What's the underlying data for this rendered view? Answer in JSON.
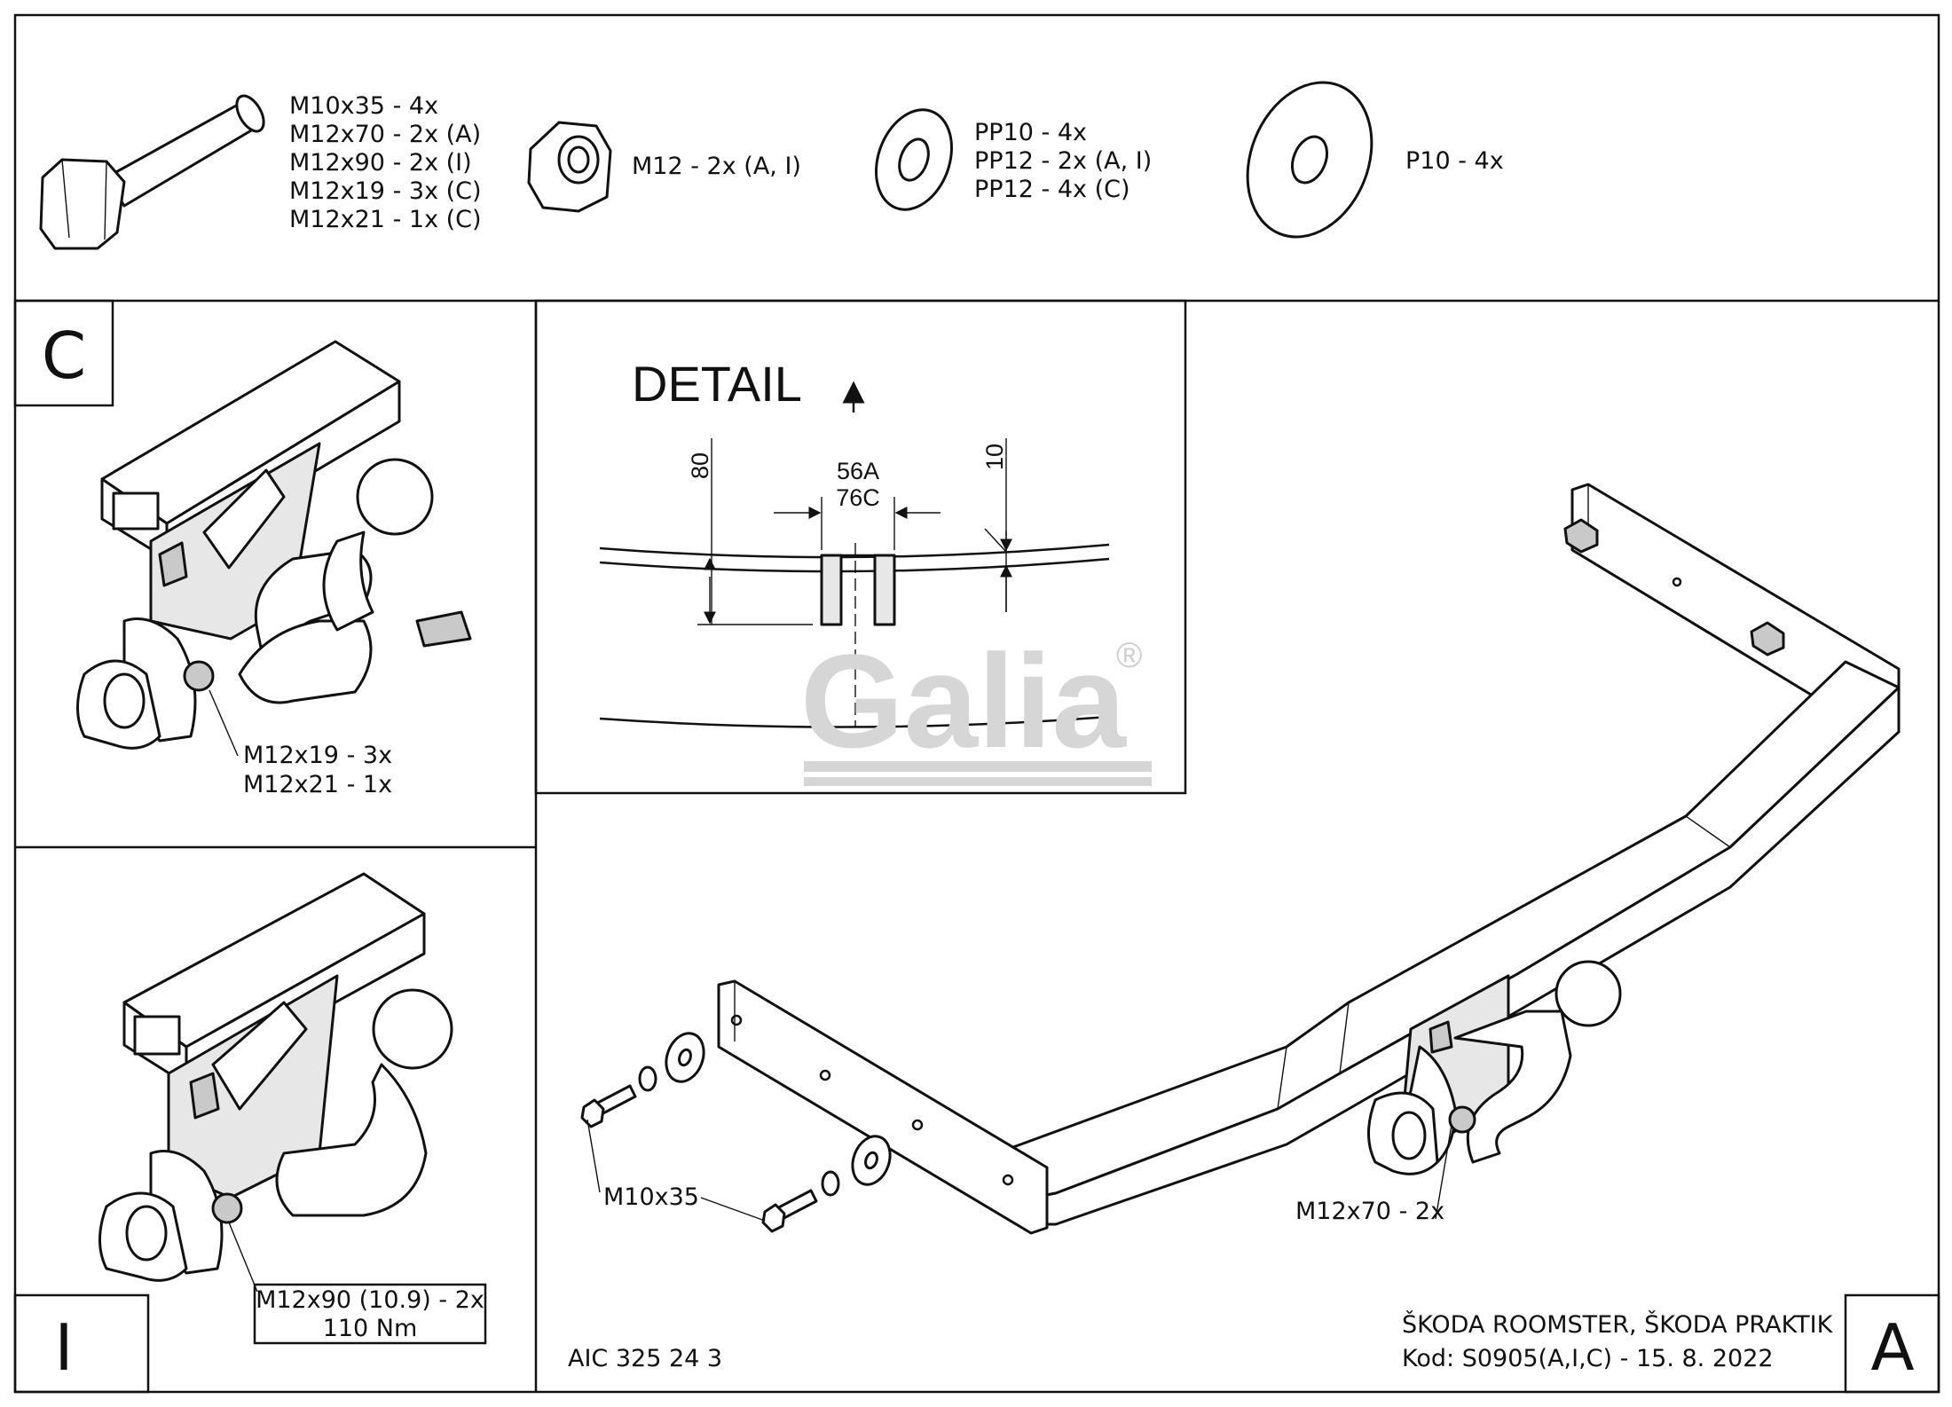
{
  "fasteners": {
    "bolt_lines": [
      "M10x35 - 4x",
      "M12x70 - 2x (A)",
      "M12x90 - 2x (I)",
      "M12x19 - 3x (C)",
      "M12x21 - 1x (C)"
    ],
    "nut_label": "M12 - 2x (A, I)",
    "washer_lines": [
      "PP10 - 4x",
      "PP12 - 2x (A, I)",
      "PP12 - 4x (C)"
    ],
    "plate_label": "P10 - 4x"
  },
  "panel_c": {
    "letter": "C",
    "callout_lines": [
      "M12x19 - 3x",
      "M12x21 - 1x"
    ]
  },
  "panel_i": {
    "letter": "I",
    "callout_lines": [
      "M12x90 (10.9) - 2x",
      "110 Nm"
    ]
  },
  "detail": {
    "title": "DETAIL",
    "dim_80": "80",
    "dim_10": "10",
    "dim_56a": "56A",
    "dim_76c": "76C"
  },
  "watermark": {
    "text": "Galia",
    "mark": "®"
  },
  "panel_a": {
    "letter": "A",
    "callout_m10": "M10x35",
    "callout_m12": "M12x70 - 2x",
    "code": "AIC 325 24 3",
    "vehicle": "ŠKODA ROOMSTER, ŠKODA PRAKTIK",
    "kod": "Kod: S0905(A,I,C) - 15. 8. 2022"
  }
}
